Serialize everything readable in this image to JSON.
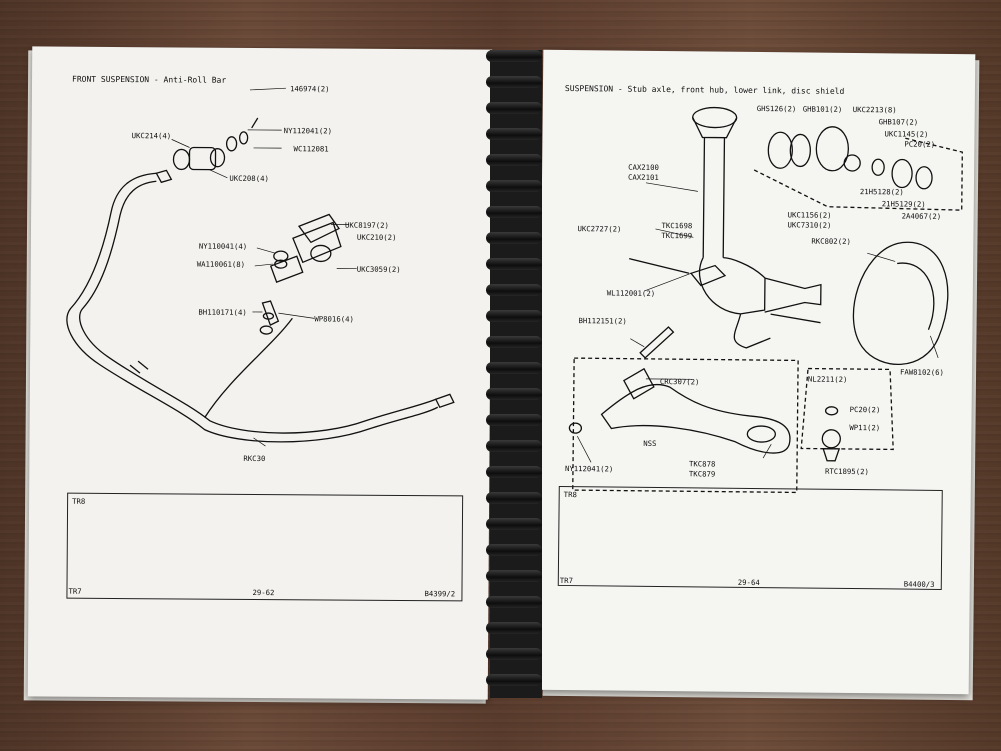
{
  "left_page": {
    "title": "FRONT SUSPENSION - Anti-Roll Bar",
    "labels": {
      "l1": "146974(2)",
      "l2": "UKC214(4)",
      "l3": "NY112041(2)",
      "l4": "WC112081",
      "l5": "UKC208(4)",
      "l6": "UKC8197(2)",
      "l7": "UKC210(2)",
      "l8": "NY110041(4)",
      "l9": "WA110061(8)",
      "l10": "UKC3059(2)",
      "l11": "BH110171(4)",
      "l12": "WP8016(4)",
      "l13": "RKC30"
    },
    "note": "TR8",
    "footer_left": "TR7",
    "footer_center": "29-62",
    "footer_right": "B4399/2"
  },
  "right_page": {
    "title": "SUSPENSION - Stub axle, front hub, lower link, disc shield",
    "labels": {
      "r1": "GHS126(2)",
      "r2": "GHB101(2)",
      "r3": "UKC2213(8)",
      "r4": "GHB107(2)",
      "r5": "UKC1145(2)",
      "r6": "PC20(2)",
      "r7": "CAX2100",
      "r8": "CAX2101",
      "r9": "21H5128(2)",
      "r10": "21H5129(2)",
      "r11": "2A4067(2)",
      "r12": "UKC1156(2)",
      "r13": "UKC7310(2)",
      "r14": "TKC1698",
      "r15": "TKC1699",
      "r16": "UKC2727(2)",
      "r17": "RKC802(2)",
      "r18": "WL112001(2)",
      "r19": "BH112151(2)",
      "r20": "CRC307(2)",
      "r21": "NL2211(2)",
      "r22": "FAW8102(6)",
      "r23": "PC20(2)",
      "r24": "WP11(2)",
      "r25": "NSS",
      "r26": "NY112041(2)",
      "r27": "TKC878",
      "r28": "TKC879",
      "r29": "RTC1895(2)"
    },
    "note": "TR8",
    "footer_left": "TR7",
    "footer_center": "29-64",
    "footer_right": "B4400/3"
  },
  "colors": {
    "ink": "#111111",
    "paper": "#f3f2ee",
    "table": "#5a3d2e",
    "binding": "#111111"
  }
}
